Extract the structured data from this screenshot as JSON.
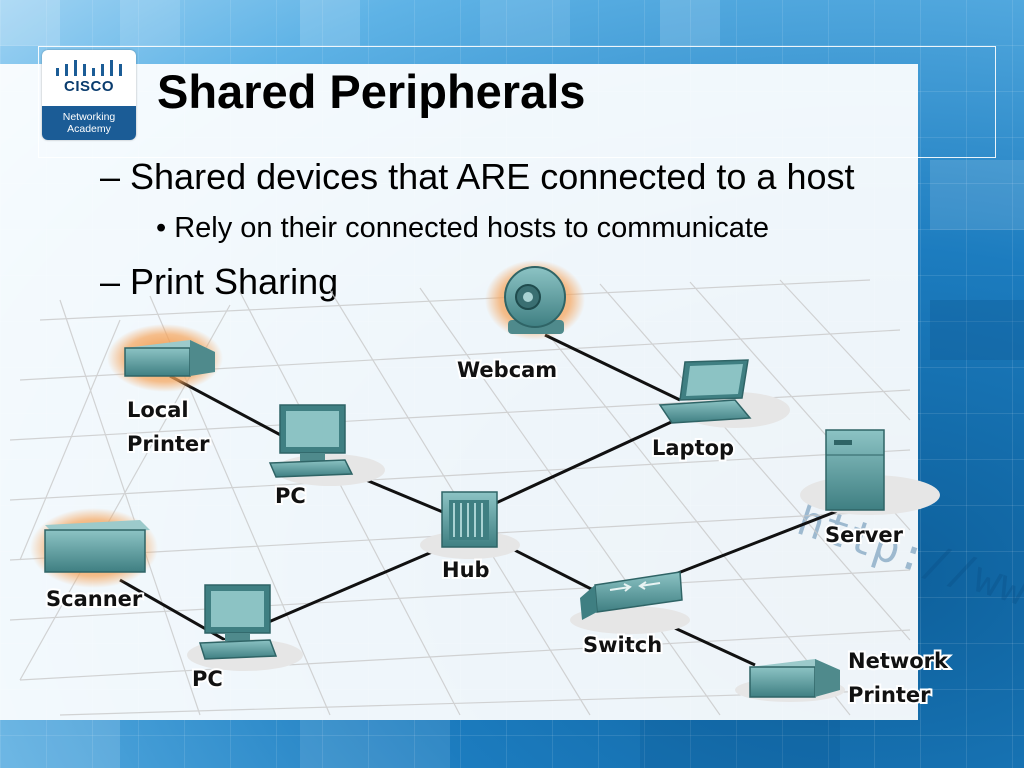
{
  "logo": {
    "brand": "CISCO",
    "band_line1": "Networking",
    "band_line2": "Academy"
  },
  "title": "Shared Peripherals",
  "bullets": [
    "– Shared devices that ARE connected to a host",
    "• Rely on their connected hosts to communicate",
    "– Print Sharing"
  ],
  "diagram": {
    "labels": {
      "webcam": "Webcam",
      "local_printer_1": "Local",
      "local_printer_2": "Printer",
      "laptop": "Laptop",
      "pc_top": "PC",
      "hub": "Hub",
      "server": "Server",
      "scanner": "Scanner",
      "switch": "Switch",
      "pc_bottom": "PC",
      "network_printer_1": "Network",
      "network_printer_2": "Printer"
    },
    "background_text": "http://www"
  },
  "colors": {
    "device_teal": "#5e9ea0",
    "highlight_orange": "#f28a2e",
    "background_blue": "#2b8fd0"
  }
}
